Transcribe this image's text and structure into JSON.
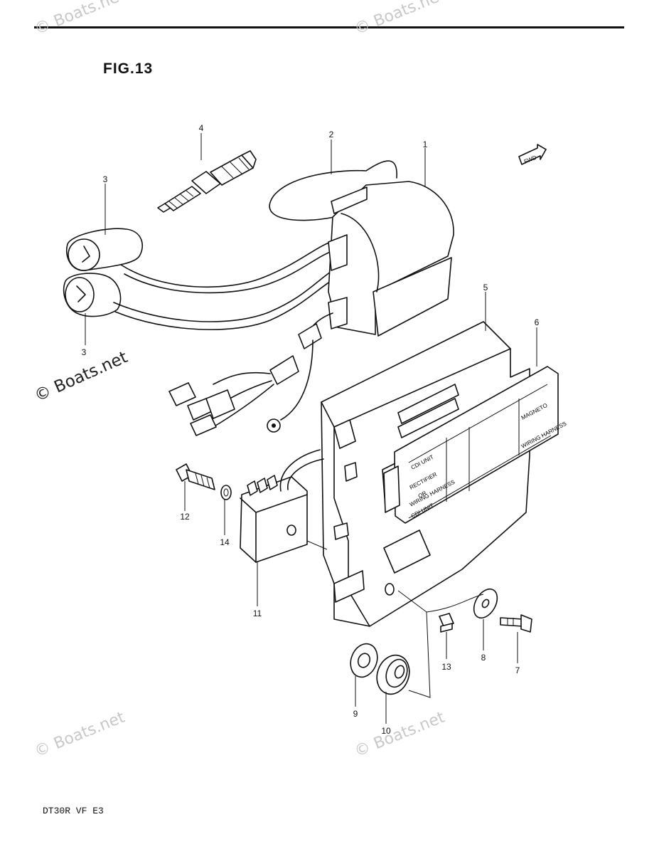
{
  "figure": {
    "title": "FIG.13"
  },
  "watermark": {
    "text": "© Boats.net"
  },
  "labels": {
    "fwd": "FWD",
    "cdi_unit_1": "CDI UNIT",
    "rectifier": "RECTIFIER",
    "or": "OR",
    "wiring_harness": "WIRING HARNESS",
    "cdi_unit_2": "CDI UNIT",
    "magneto": "MAGNETO",
    "wiring_harness_right": "WIRING HARNESS"
  },
  "callouts": {
    "c1": "1",
    "c2": "2",
    "c3": "3",
    "c4": "4",
    "c5": "5",
    "c6": "6",
    "c7": "7",
    "c8": "8",
    "c9": "9",
    "c10": "10",
    "c11": "11",
    "c12": "12",
    "c13": "13",
    "c14": "14"
  },
  "footer": {
    "model_code": "DT30R VF E3"
  }
}
